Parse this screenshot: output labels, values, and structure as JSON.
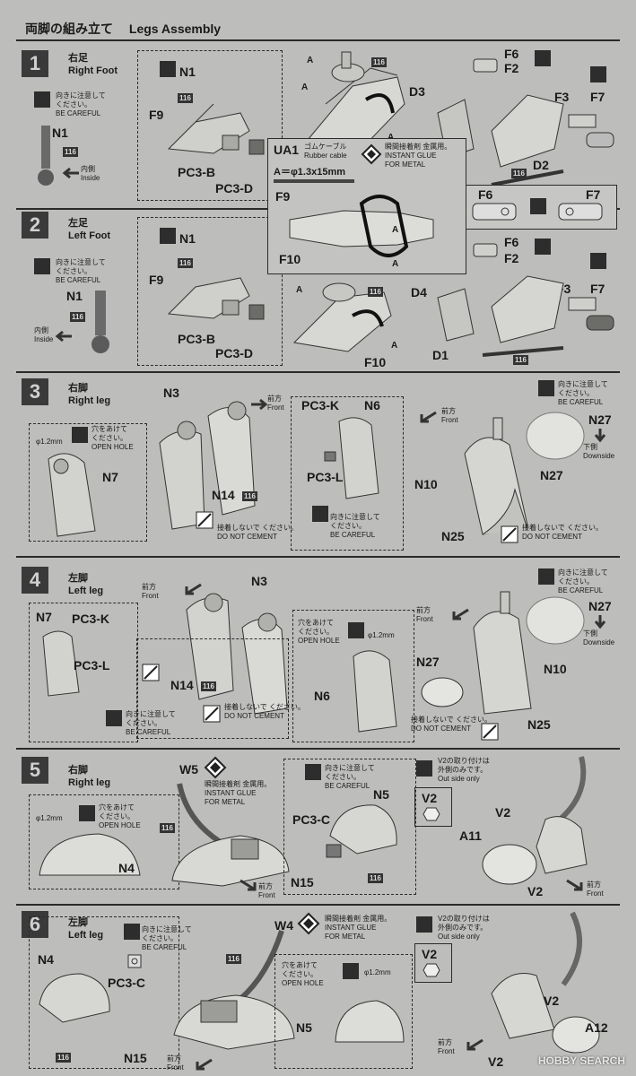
{
  "header": {
    "title": "両脚の組み立て　 Legs Assembly"
  },
  "steps": [
    {
      "num": "1",
      "label": "右足",
      "label_en": "Right Foot"
    },
    {
      "num": "2",
      "label": "左足",
      "label_en": "Left Foot"
    },
    {
      "num": "3",
      "label": "右脚",
      "label_en": "Right leg"
    },
    {
      "num": "4",
      "label": "左脚",
      "label_en": "Left leg"
    },
    {
      "num": "5",
      "label": "右脚",
      "label_en": "Right leg"
    },
    {
      "num": "6",
      "label": "左脚",
      "label_en": "Left leg"
    }
  ],
  "notes": {
    "careful_jp": "向きに注意して\nください。",
    "careful_en": "BE CAREFUL",
    "open_hole_jp": "穴をあけて\nください。",
    "open_hole_en": "OPEN HOLE",
    "do_not_cement_jp": "接着しないで\nください。",
    "do_not_cement_en": "DO NOT CEMENT",
    "glue_jp": "瞬間接着剤 金属用。",
    "glue_en": "INSTANT GLUE\nFOR METAL",
    "rubber_jp": "ゴムケーブル",
    "rubber_en": "Rubber cable",
    "rubber_spec": "A＝φ1.3x15mm",
    "inside_jp": "内側",
    "inside_en": "Inside",
    "front_jp": "前方",
    "front_en": "Front",
    "downside_jp": "下側",
    "downside_en": "Downside",
    "outside_jp": "V2の取り付けは\n外側のみです。",
    "outside_en": "Out side only",
    "hole_size": "φ1.2mm"
  },
  "parts": {
    "n1": "N1",
    "f9": "F9",
    "pc3b": "PC3-B",
    "pc3d": "PC3-D",
    "t116": "116",
    "f10": "F10",
    "a": "A",
    "ua1": "UA1",
    "f6": "F6",
    "f2": "F2",
    "f3": "F3",
    "f7": "F7",
    "d3": "D3",
    "d2": "D2",
    "d4": "D4",
    "d1": "D1",
    "n3": "N3",
    "pc3k": "PC3-K",
    "n6": "N6",
    "pc3l": "PC3-L",
    "n7": "N7",
    "n14": "N14",
    "n27": "N27",
    "n10": "N10",
    "n25": "N25",
    "w5": "W5",
    "w4": "W4",
    "n4": "N4",
    "pc3c": "PC3-C",
    "n5": "N5",
    "n15": "N15",
    "v2": "V2",
    "a11": "A11",
    "a12": "A12"
  },
  "watermark": "HOBBY SEARCH"
}
